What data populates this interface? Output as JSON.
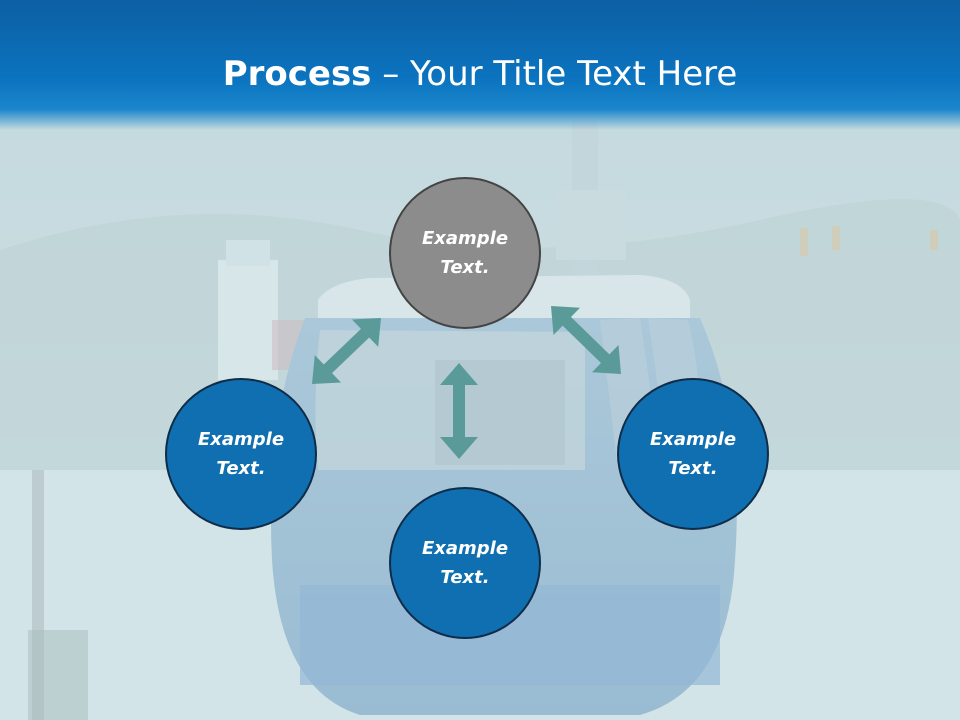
{
  "slide": {
    "title_bold": "Process",
    "title_rest": " – Your Title Text Here"
  },
  "diagram": {
    "center": {
      "label": "Example\nText.",
      "color": "#8c8c8c"
    },
    "left": {
      "label": "Example\nText.",
      "color": "#0f6fb0"
    },
    "right": {
      "label": "Example\nText.",
      "color": "#0f6fb0"
    },
    "bottom": {
      "label": "Example\nText.",
      "color": "#0f6fb0"
    },
    "arrow_color": "#5a9a98"
  },
  "colors": {
    "title_bar": "#0b73bf",
    "background_tint": "#c9dde3"
  }
}
